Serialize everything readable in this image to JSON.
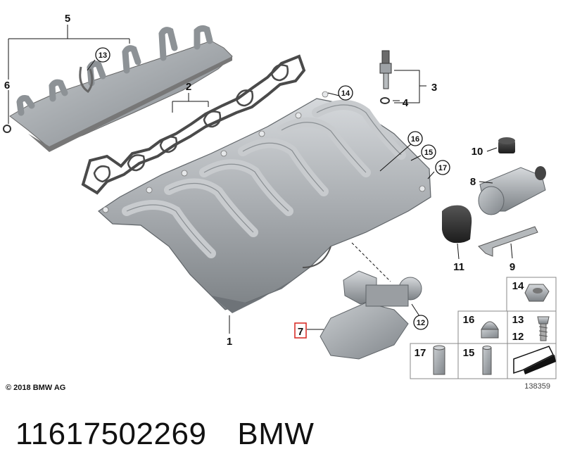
{
  "diagram": {
    "callouts": {
      "c1": "1",
      "c2": "2",
      "c3": "3",
      "c4": "4",
      "c5": "5",
      "c6": "6",
      "c7": "7",
      "c8": "8",
      "c9": "9",
      "c10": "10",
      "c11": "11",
      "c12": "12",
      "c13": "13",
      "c14": "14",
      "c15": "15",
      "c16": "16",
      "c17": "17"
    },
    "legend": {
      "l14": "14",
      "l16": "16",
      "l13": "13",
      "l12": "12",
      "l17": "17",
      "l15": "15"
    },
    "highlight_color": "#d9302a",
    "part_color": "#a9adb1",
    "copyright": "© 2018 BMW AG",
    "drawing_number": "138359"
  },
  "caption": {
    "part_number": "11617502269",
    "brand": "BMW"
  }
}
